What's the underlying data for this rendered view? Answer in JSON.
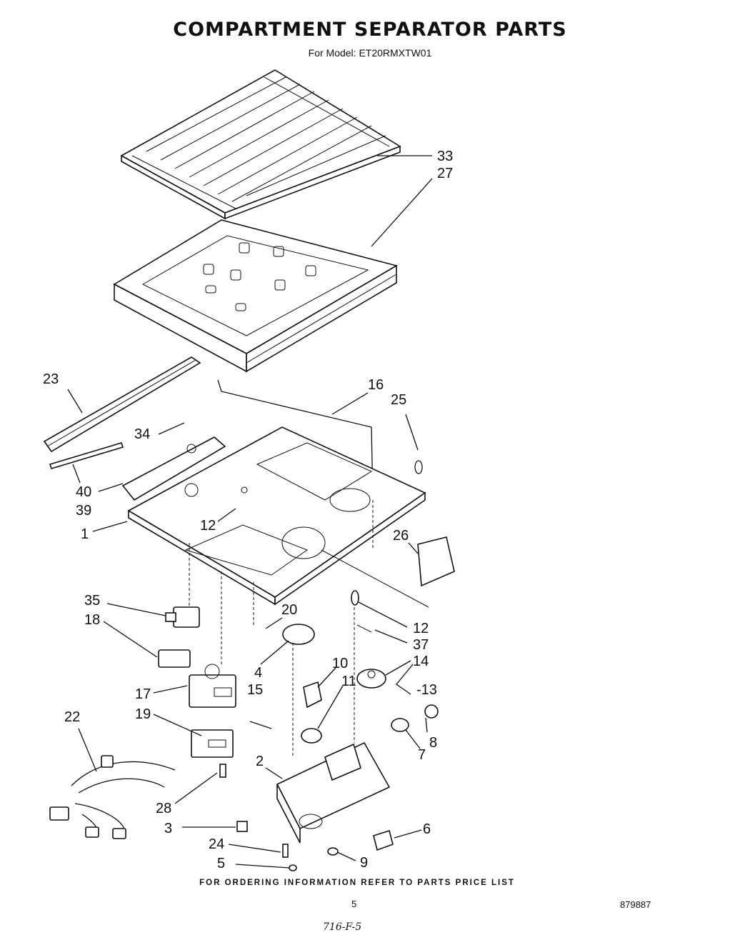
{
  "header": {
    "title": "COMPARTMENT SEPARATOR  PARTS",
    "model_line": "For Model: ET20RMXTW01"
  },
  "callouts": [
    "33",
    "27",
    "23",
    "16",
    "25",
    "34",
    "40",
    "39",
    "1",
    "12",
    "26",
    "35",
    "18",
    "20",
    "12",
    "37",
    "14",
    "-13",
    "10",
    "11",
    "4",
    "15",
    "17",
    "19",
    "22",
    "8",
    "7",
    "2",
    "28",
    "3",
    "6",
    "24",
    "9",
    "5"
  ],
  "footer": {
    "ordering_note": "FOR ORDERING INFORMATION REFER TO PARTS PRICE LIST",
    "page_number": "5",
    "doc_number": "879887",
    "handwritten_code": "716-F-5"
  }
}
